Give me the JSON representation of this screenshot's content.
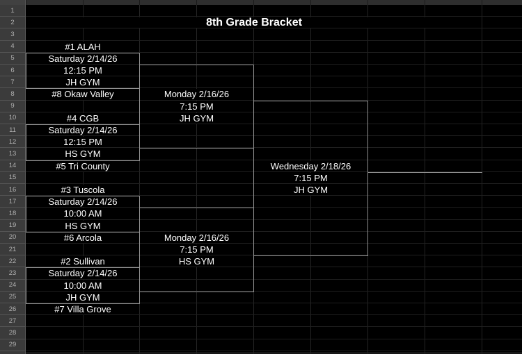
{
  "sheet": {
    "title": "8th Grade Bracket",
    "row_numbers": [
      "1",
      "2",
      "3",
      "4",
      "5",
      "6",
      "7",
      "8",
      "9",
      "10",
      "11",
      "12",
      "13",
      "14",
      "15",
      "16",
      "17",
      "18",
      "19",
      "20",
      "21",
      "22",
      "23",
      "24",
      "25",
      "26",
      "27",
      "28",
      "29"
    ],
    "colors": {
      "background": "#000000",
      "gridline": "#242424",
      "bracket_line": "#8f8f8f",
      "row_header_bg": "#3b3b3b",
      "row_header_text": "#b0b0b0",
      "cell_text": "#ffffff"
    },
    "bracket": {
      "left_column": [
        {
          "row": 4,
          "text": "#1 ALAH"
        },
        {
          "row": 5,
          "text": "Saturday 2/14/26"
        },
        {
          "row": 6,
          "text": "12:15 PM"
        },
        {
          "row": 7,
          "text": "JH GYM"
        },
        {
          "row": 8,
          "text": "#8 Okaw Valley"
        },
        {
          "row": 10,
          "text": "#4 CGB"
        },
        {
          "row": 11,
          "text": "Saturday 2/14/26"
        },
        {
          "row": 12,
          "text": "12:15 PM"
        },
        {
          "row": 13,
          "text": "HS GYM"
        },
        {
          "row": 14,
          "text": "#5 Tri County"
        },
        {
          "row": 16,
          "text": "#3 Tuscola"
        },
        {
          "row": 17,
          "text": "Saturday 2/14/26"
        },
        {
          "row": 18,
          "text": "10:00 AM"
        },
        {
          "row": 19,
          "text": "HS GYM"
        },
        {
          "row": 20,
          "text": "#6 Arcola"
        },
        {
          "row": 22,
          "text": "#2 Sullivan"
        },
        {
          "row": 23,
          "text": "Saturday 2/14/26"
        },
        {
          "row": 24,
          "text": "10:00 AM"
        },
        {
          "row": 25,
          "text": "JH GYM"
        },
        {
          "row": 26,
          "text": "#7 Villa Grove"
        }
      ],
      "semifinal_column": [
        {
          "row": 8,
          "text": "Monday 2/16/26"
        },
        {
          "row": 9,
          "text": "7:15 PM"
        },
        {
          "row": 10,
          "text": "JH GYM"
        },
        {
          "row": 20,
          "text": "Monday 2/16/26"
        },
        {
          "row": 21,
          "text": "7:15 PM"
        },
        {
          "row": 22,
          "text": "HS GYM"
        }
      ],
      "final_column": [
        {
          "row": 14,
          "text": "Wednesday 2/18/26"
        },
        {
          "row": 15,
          "text": "7:15 PM"
        },
        {
          "row": 16,
          "text": "JH GYM"
        }
      ]
    }
  }
}
